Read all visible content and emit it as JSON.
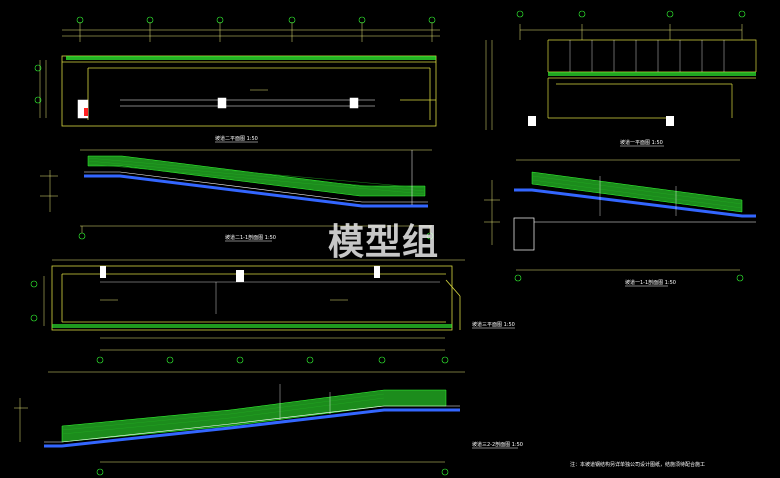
{
  "watermark": "模型组",
  "note": "注：本坡道钢结构另详单独公司设计图纸，结施须待配合施工",
  "views": {
    "plan1": "坡道二平面图 1:50",
    "sec1": "坡道二1-1剖面图 1:50",
    "plan2": "坡道一平面图 1:50",
    "sec2": "坡道一1-1剖面图 1:50",
    "plan3": "坡道三平面图 1:50",
    "sec3": "坡道三2-2剖面图 1:50"
  },
  "colors": {
    "background": "#000000",
    "dimension": "#e8e87a",
    "wall": "#d8d840",
    "railing": "#33ff33",
    "slab": "#3366ff",
    "detail": "#ffffff"
  }
}
